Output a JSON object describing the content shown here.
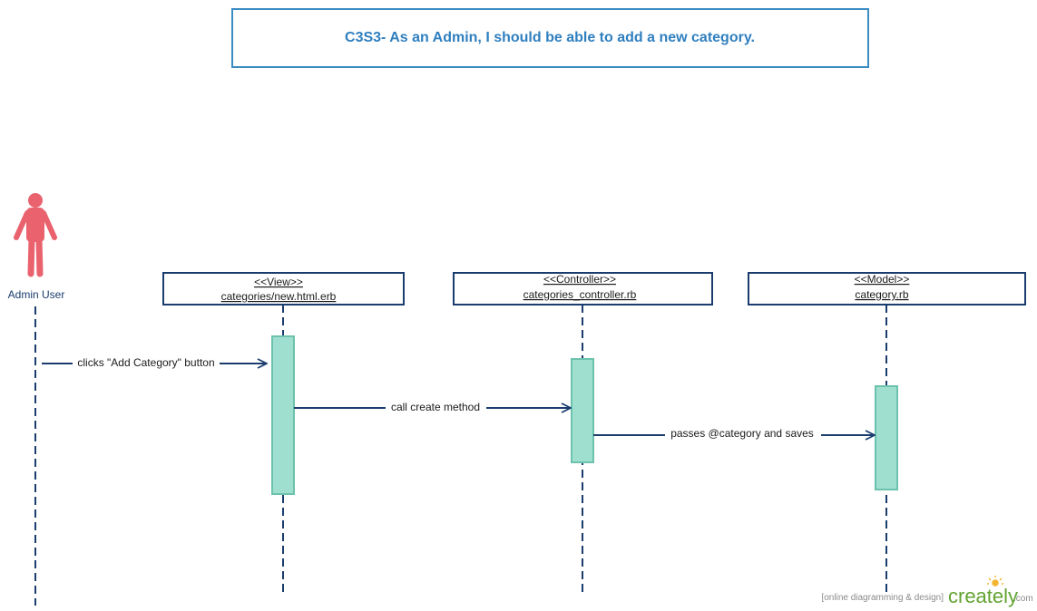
{
  "title": "C3S3- As an Admin, I should be able to add a new category.",
  "actor": {
    "label": "Admin User",
    "icon": "stick-figure-icon"
  },
  "lifelines": [
    {
      "stereotype": "<<View>>",
      "name": "categories/new.html.erb"
    },
    {
      "stereotype": "<<Controller>>",
      "name": "categories_controller.rb"
    },
    {
      "stereotype": "<<Model>>",
      "name": "category.rb"
    }
  ],
  "messages": [
    {
      "from": "Admin User",
      "to": "categories/new.html.erb",
      "label": "clicks \"Add Category\" button"
    },
    {
      "from": "categories/new.html.erb",
      "to": "categories_controller.rb",
      "label": "call create method"
    },
    {
      "from": "categories_controller.rb",
      "to": "category.rb",
      "label": "passes @category and saves"
    }
  ],
  "watermark": {
    "note": "[online diagramming & design]",
    "brand": "creately",
    "domain": ".com"
  },
  "colors": {
    "title_text": "#2f7fbf",
    "title_border": "#3b8cc0",
    "lines": "#1b3d6e",
    "actor": "#e9626e",
    "activation_fill": "#9fdfd0",
    "activation_border": "#6cc2ad",
    "watermark_gray": "#8a8a8a",
    "watermark_green": "#62a331"
  }
}
